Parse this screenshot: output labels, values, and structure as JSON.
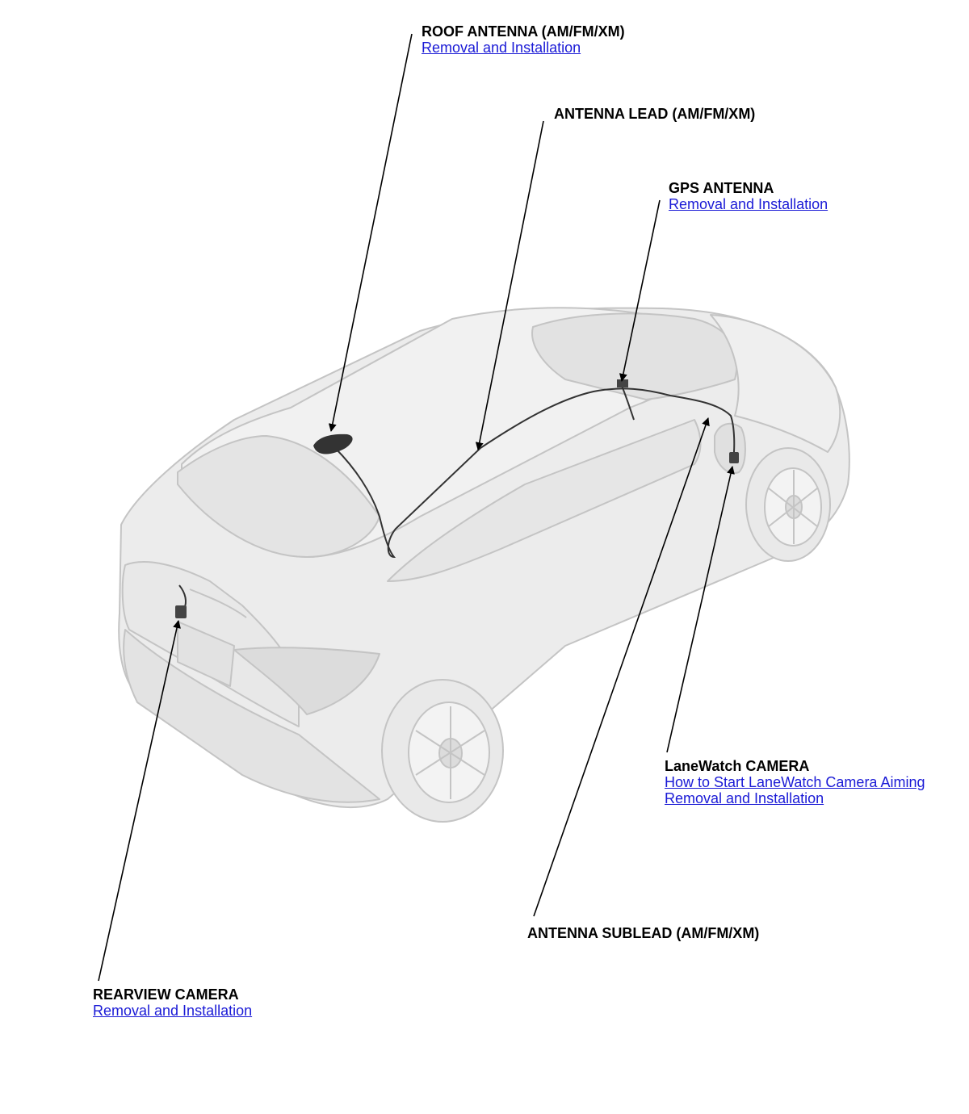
{
  "callouts": {
    "roof_antenna": {
      "title": "ROOF ANTENNA (AM/FM/XM)",
      "links": [
        "Removal and Installation"
      ]
    },
    "antenna_lead": {
      "title": "ANTENNA LEAD (AM/FM/XM)"
    },
    "gps_antenna": {
      "title": "GPS ANTENNA",
      "links": [
        "Removal and Installation"
      ]
    },
    "lanewatch_camera": {
      "title": "LaneWatch CAMERA",
      "links": [
        "How to Start LaneWatch Camera Aiming",
        "Removal and Installation"
      ]
    },
    "antenna_sublead": {
      "title": "ANTENNA SUBLEAD (AM/FM/XM)"
    },
    "rearview_camera": {
      "title": "REARVIEW CAMERA",
      "links": [
        "Removal and Installation"
      ]
    }
  },
  "colors": {
    "link": "#1a1ad6",
    "text": "#000000",
    "car_fill": "#ececec",
    "car_stroke": "#c4c4c4",
    "cable": "#333333"
  }
}
